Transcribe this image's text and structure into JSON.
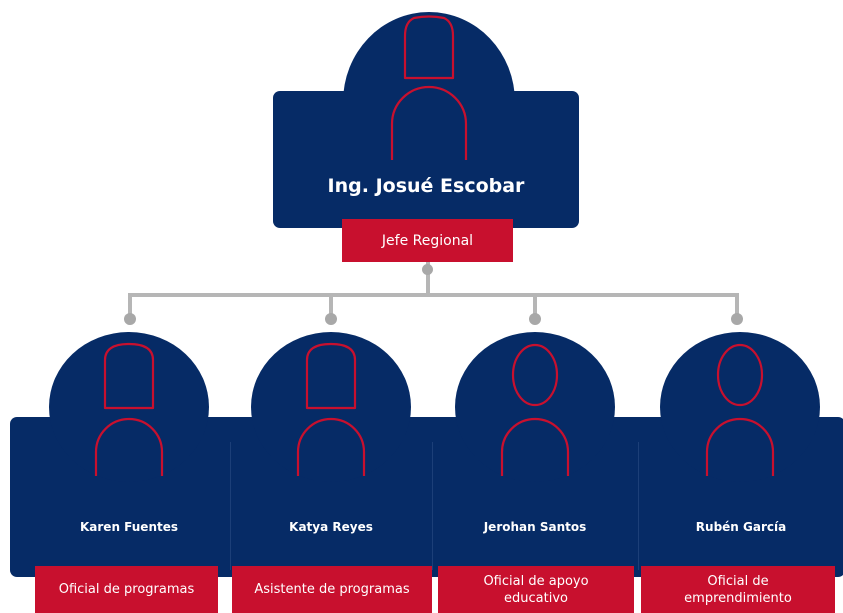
{
  "head": {
    "name": "Ing. Josué Escobar",
    "role": "Jefe Regional"
  },
  "staff": [
    {
      "name": "Karen Fuentes",
      "role": "Oficial de programas"
    },
    {
      "name": "Katya Reyes",
      "role": "Asistente de programas"
    },
    {
      "name": "Jerohan Santos",
      "role": "Oficial de apoyo educativo"
    },
    {
      "name": "Rubén García",
      "role": "Oficial de emprendimiento"
    }
  ],
  "colors": {
    "card": "#062b66",
    "accent": "#c8102e",
    "connector": "#b6b6b6"
  },
  "icons": {
    "head": "person-outline-icon",
    "staff": [
      "person-outline-icon",
      "person-outline-icon",
      "person-outline-icon",
      "person-outline-icon"
    ]
  }
}
